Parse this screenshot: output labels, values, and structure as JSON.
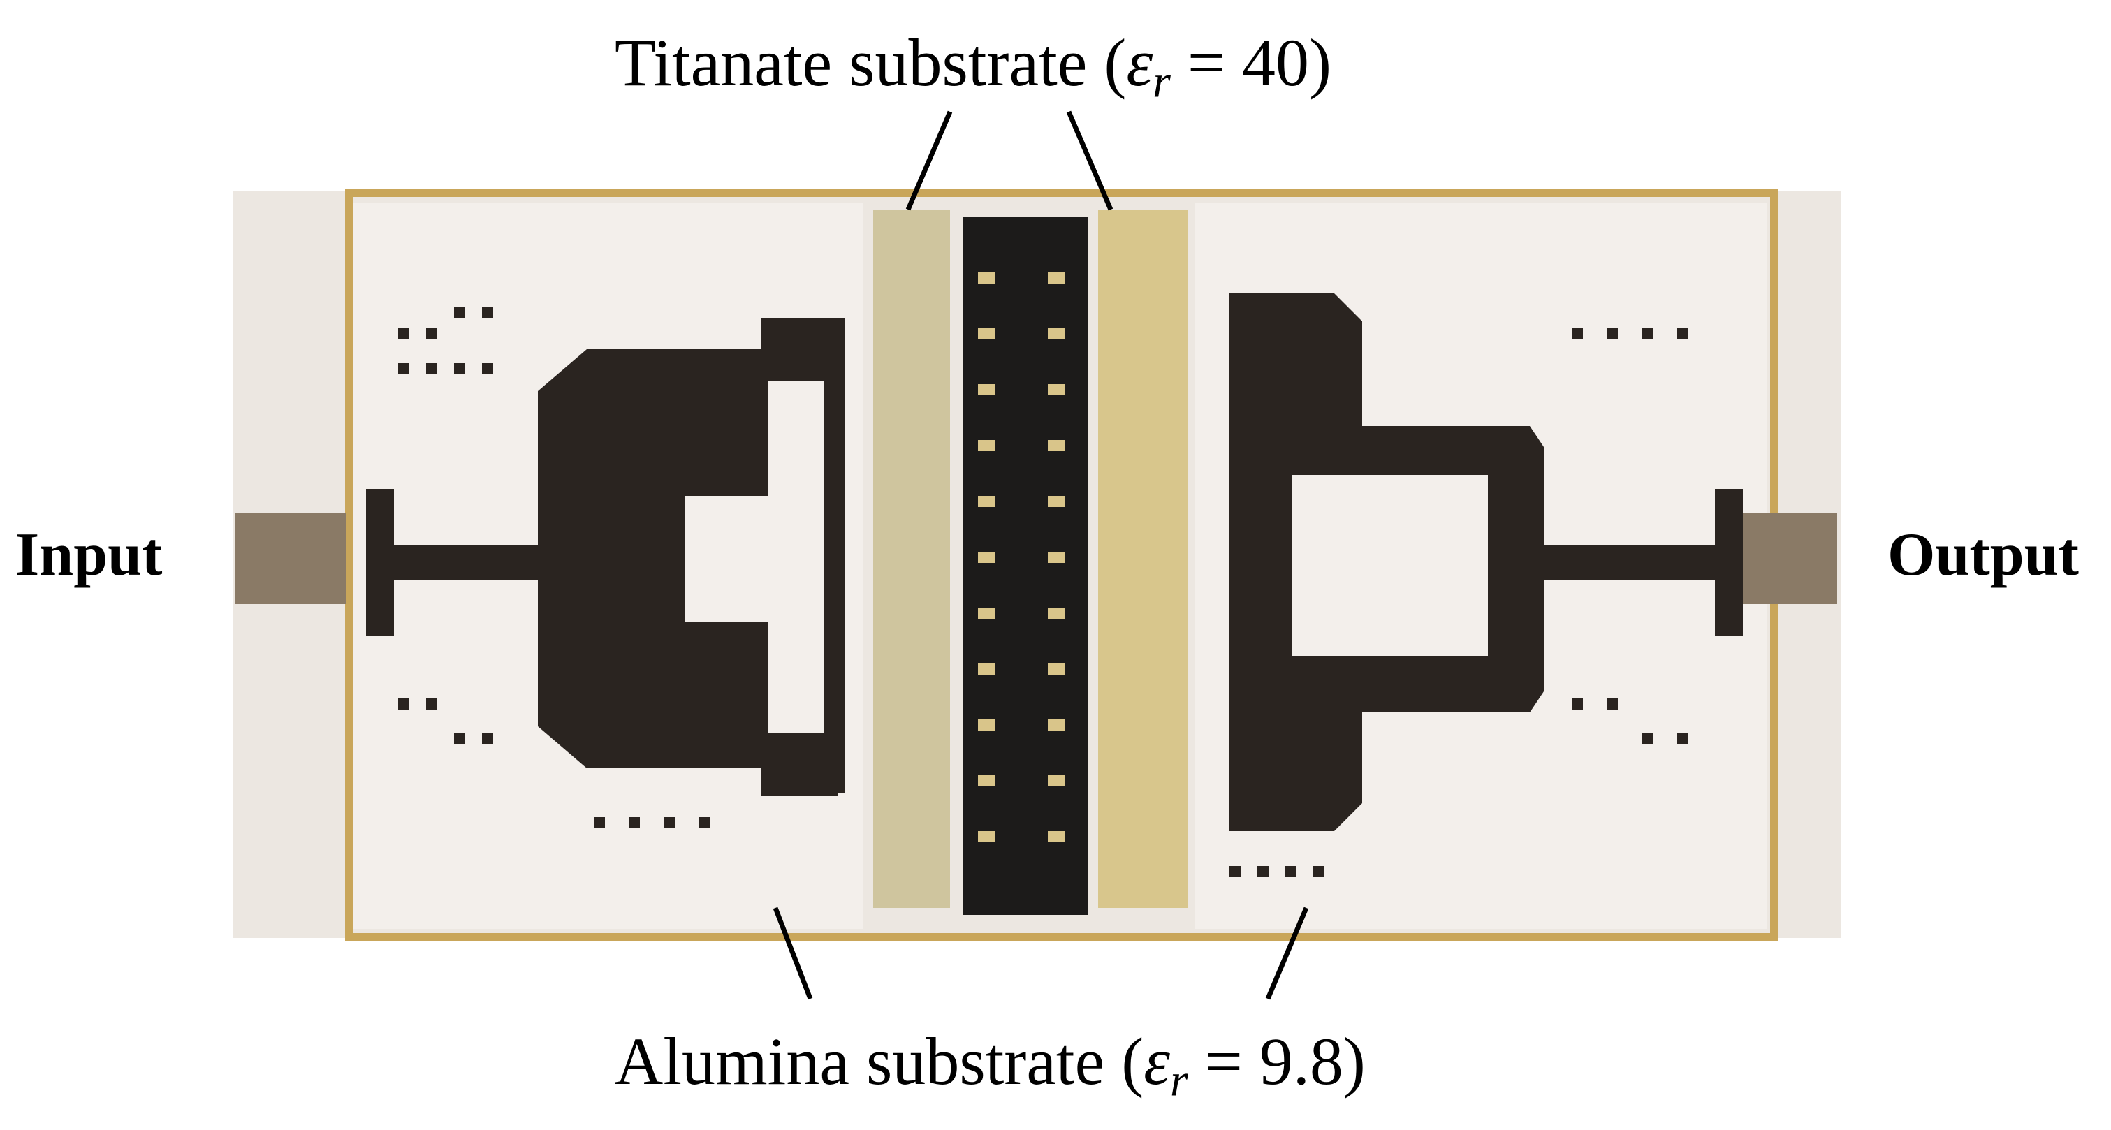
{
  "top_label": {
    "prefix": "Titanate substrate (",
    "epsilon": "ε",
    "subscript": "r",
    "suffix": " = 40)"
  },
  "bottom_label": {
    "prefix": "Alumina substrate (",
    "epsilon": "ε",
    "subscript": "r",
    "suffix": " = 9.8)"
  },
  "input_label": "Input",
  "output_label": "Output",
  "colors": {
    "alumina": "#f2eeea",
    "metal": "#2a2420",
    "gold": "#c9a65a",
    "titanate": "#d6c48a",
    "chip": "#1a1a1a",
    "background": "#ffffff"
  }
}
